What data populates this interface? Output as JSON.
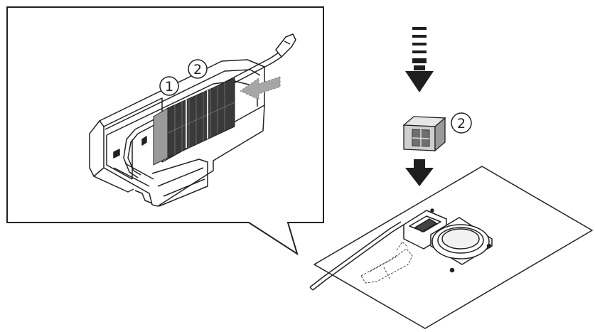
{
  "callouts": {
    "detail_one": "1",
    "detail_two": "2",
    "filter_two": "2"
  },
  "colors": {
    "line": "#222222",
    "arrow_dark": "#1e1e1e",
    "arrow_gray": "#a6a6a6",
    "filter_gray": "#8a8a8a",
    "filter_light": "#cfcfcf"
  },
  "icons": [
    "down-arrow-icon",
    "insert-arrow-icon",
    "filter-cartridge-icon"
  ]
}
